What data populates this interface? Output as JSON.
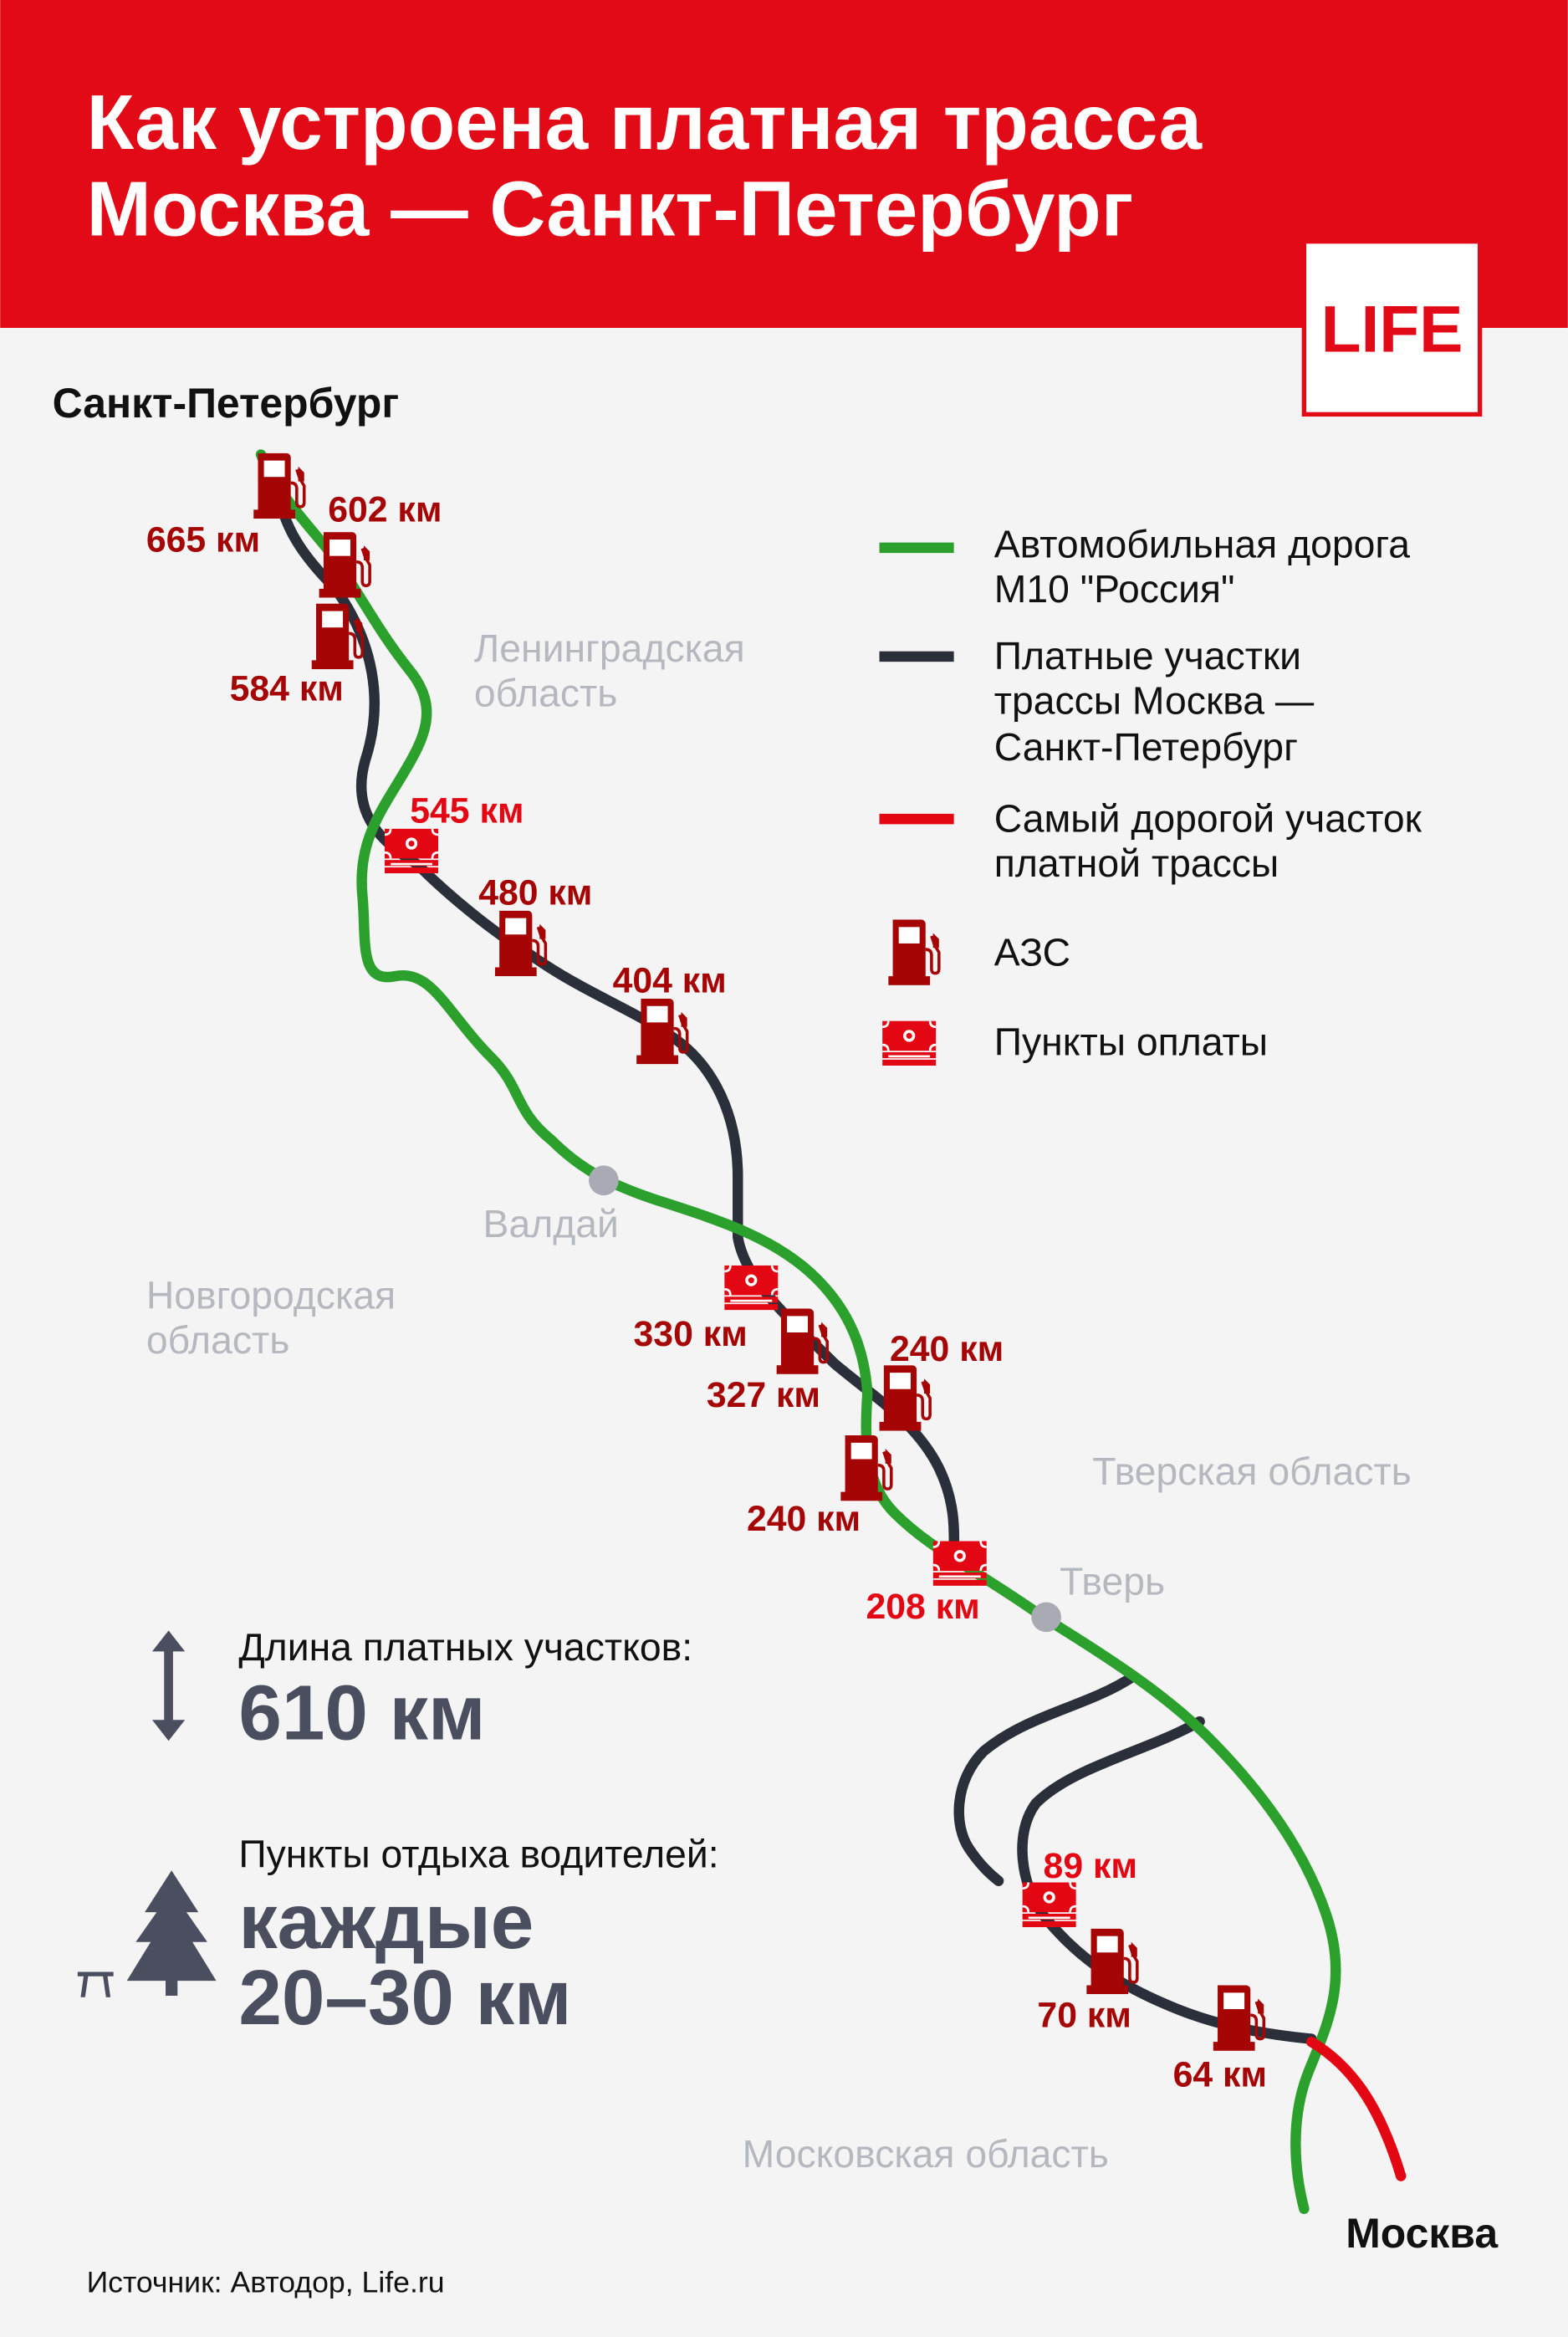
{
  "header": {
    "title_line1": "Как устроена платная трасса",
    "title_line2": "Москва — Санкт-Петербург",
    "logo": "LIFE"
  },
  "colors": {
    "header": "#e20a16",
    "m10": "#2ca02c",
    "toll": "#2b2f3a",
    "expensive": "#e30613",
    "gas": "#a50505"
  },
  "cities": {
    "spb": "Санкт-Петербург",
    "moscow": "Москва",
    "valdai": "Валдай",
    "tver": "Тверь"
  },
  "regions": {
    "len1": "Ленинградская",
    "len2": "область",
    "nov1": "Новгородская",
    "nov2": "область",
    "tver": "Тверская область",
    "mos": "Московская область"
  },
  "legend": {
    "m10_1": "Автомобильная дорога",
    "m10_2": "М10 \"Россия\"",
    "toll_1": "Платные участки",
    "toll_2": "трассы Москва —",
    "toll_3": "Санкт-Петербург",
    "exp_1": "Самый дорогой участок",
    "exp_2": "платной трассы",
    "gas": "АЗС",
    "pay": "Пункты оплаты"
  },
  "gas_labels": [
    "665 км",
    "602 км",
    "584 км",
    "480 км",
    "404 км",
    "327 км",
    "240 км",
    "240 км",
    "70 км",
    "64 км"
  ],
  "toll_labels": [
    "545 км",
    "330 км",
    "208 км",
    "89 км"
  ],
  "stats": {
    "length_label": "Длина платных участков:",
    "length_value": "610 км",
    "rest_label": "Пункты отдыха водителей:",
    "rest_value1": "каждые",
    "rest_value2": "20–30 км"
  },
  "source": "Источник: Автодор, Life.ru"
}
